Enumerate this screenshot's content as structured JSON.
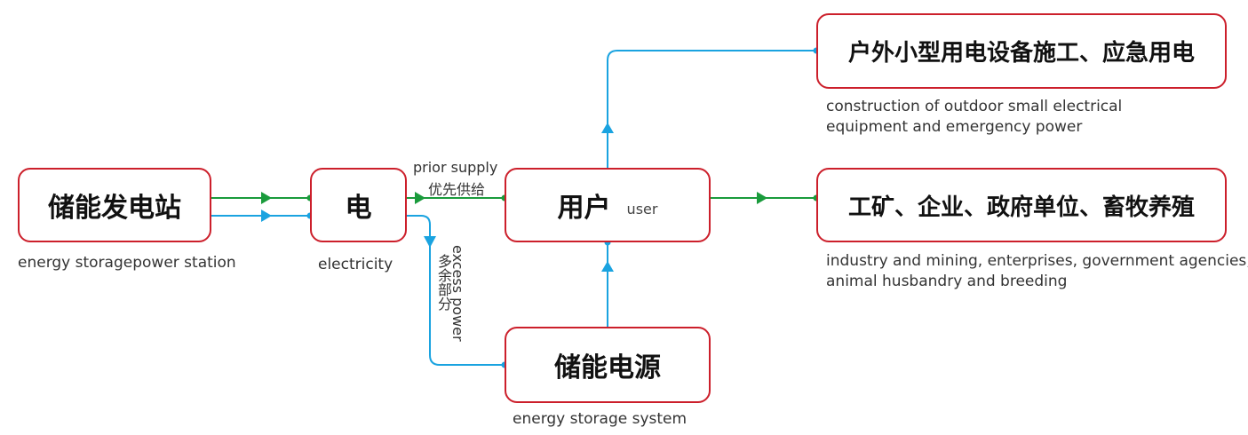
{
  "colors": {
    "box_border": "#cc1f2b",
    "green_line": "#1a9b3c",
    "blue_line": "#1aa3e0",
    "text": "#111111"
  },
  "nodes": {
    "station": {
      "zh": "储能发电站",
      "en": "energy storagepower station"
    },
    "electricity": {
      "zh": "电",
      "en": "electricity"
    },
    "user": {
      "zh": "用户",
      "en": "user"
    },
    "storage": {
      "zh": "储能电源",
      "en": "energy storage system"
    },
    "outdoor": {
      "zh": "户外小型用电设备施工、应急用电",
      "en_line1": "construction of outdoor small electrical",
      "en_line2": "equipment and emergency power"
    },
    "industry": {
      "zh": "工矿、企业、政府单位、畜牧养殖",
      "en_line1": "industry and mining, enterprises, government agencies,",
      "en_line2": "animal husbandry and breeding"
    }
  },
  "edge_labels": {
    "prior_en": "prior supply",
    "prior_zh": "优先供给",
    "excess_en": "excess power",
    "excess_zh": "多余部分"
  }
}
